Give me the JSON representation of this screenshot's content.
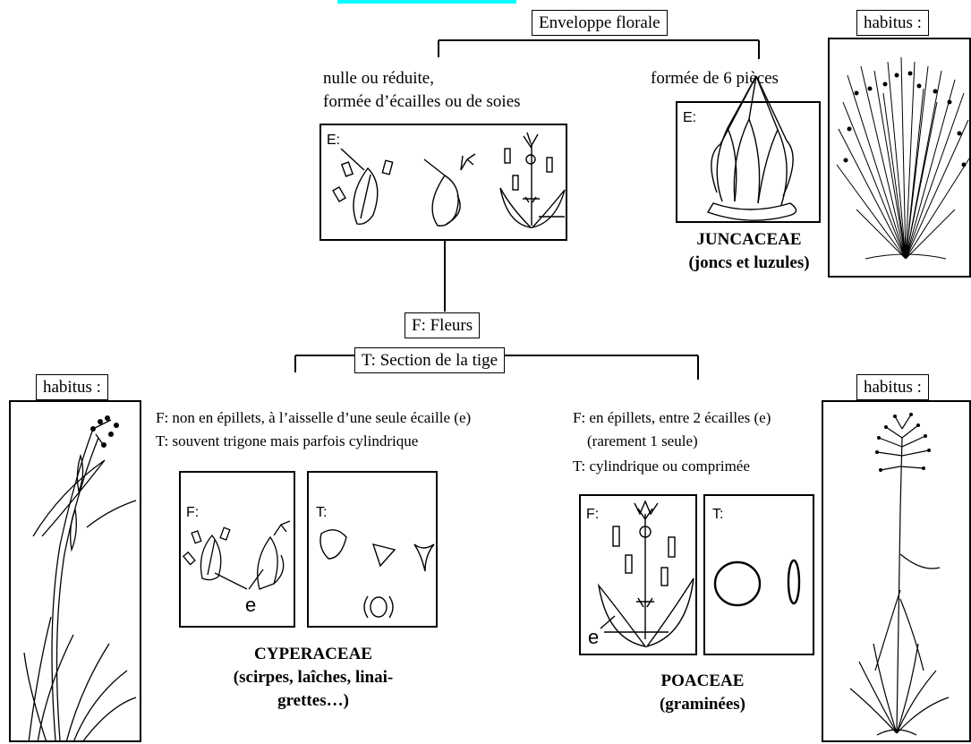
{
  "enveloppe": {
    "title": "Enveloppe florale",
    "left_label_line1": "nulle ou réduite,",
    "left_label_line2": "formée d’écailles ou de soies",
    "right_label": "formée de 6 pièces"
  },
  "panels": {
    "e_label": "E:",
    "f_label": "F:",
    "t_label": "T:",
    "e_small": "e"
  },
  "juncaceae": {
    "name": "JUNCACEAE",
    "common": "(joncs et luzules)"
  },
  "habitus_label": "habitus :",
  "fleurs": {
    "title": "F: Fleurs",
    "section": "T: Section de la tige"
  },
  "cyperaceae": {
    "f_text": "F: non en épillets, à l’aisselle d’une seule écaille (e)",
    "t_text": "T: souvent trigone mais parfois cylindrique",
    "name": "CYPERACEAE",
    "common1": "(scirpes, laîches, linai-",
    "common2": "grettes…)"
  },
  "poaceae": {
    "f_text": "F: en épillets, entre 2 écailles (e)",
    "f_text2": "(rarement 1 seule)",
    "t_text": "T: cylindrique ou comprimée",
    "name": "POACEAE",
    "common": "(graminées)"
  }
}
